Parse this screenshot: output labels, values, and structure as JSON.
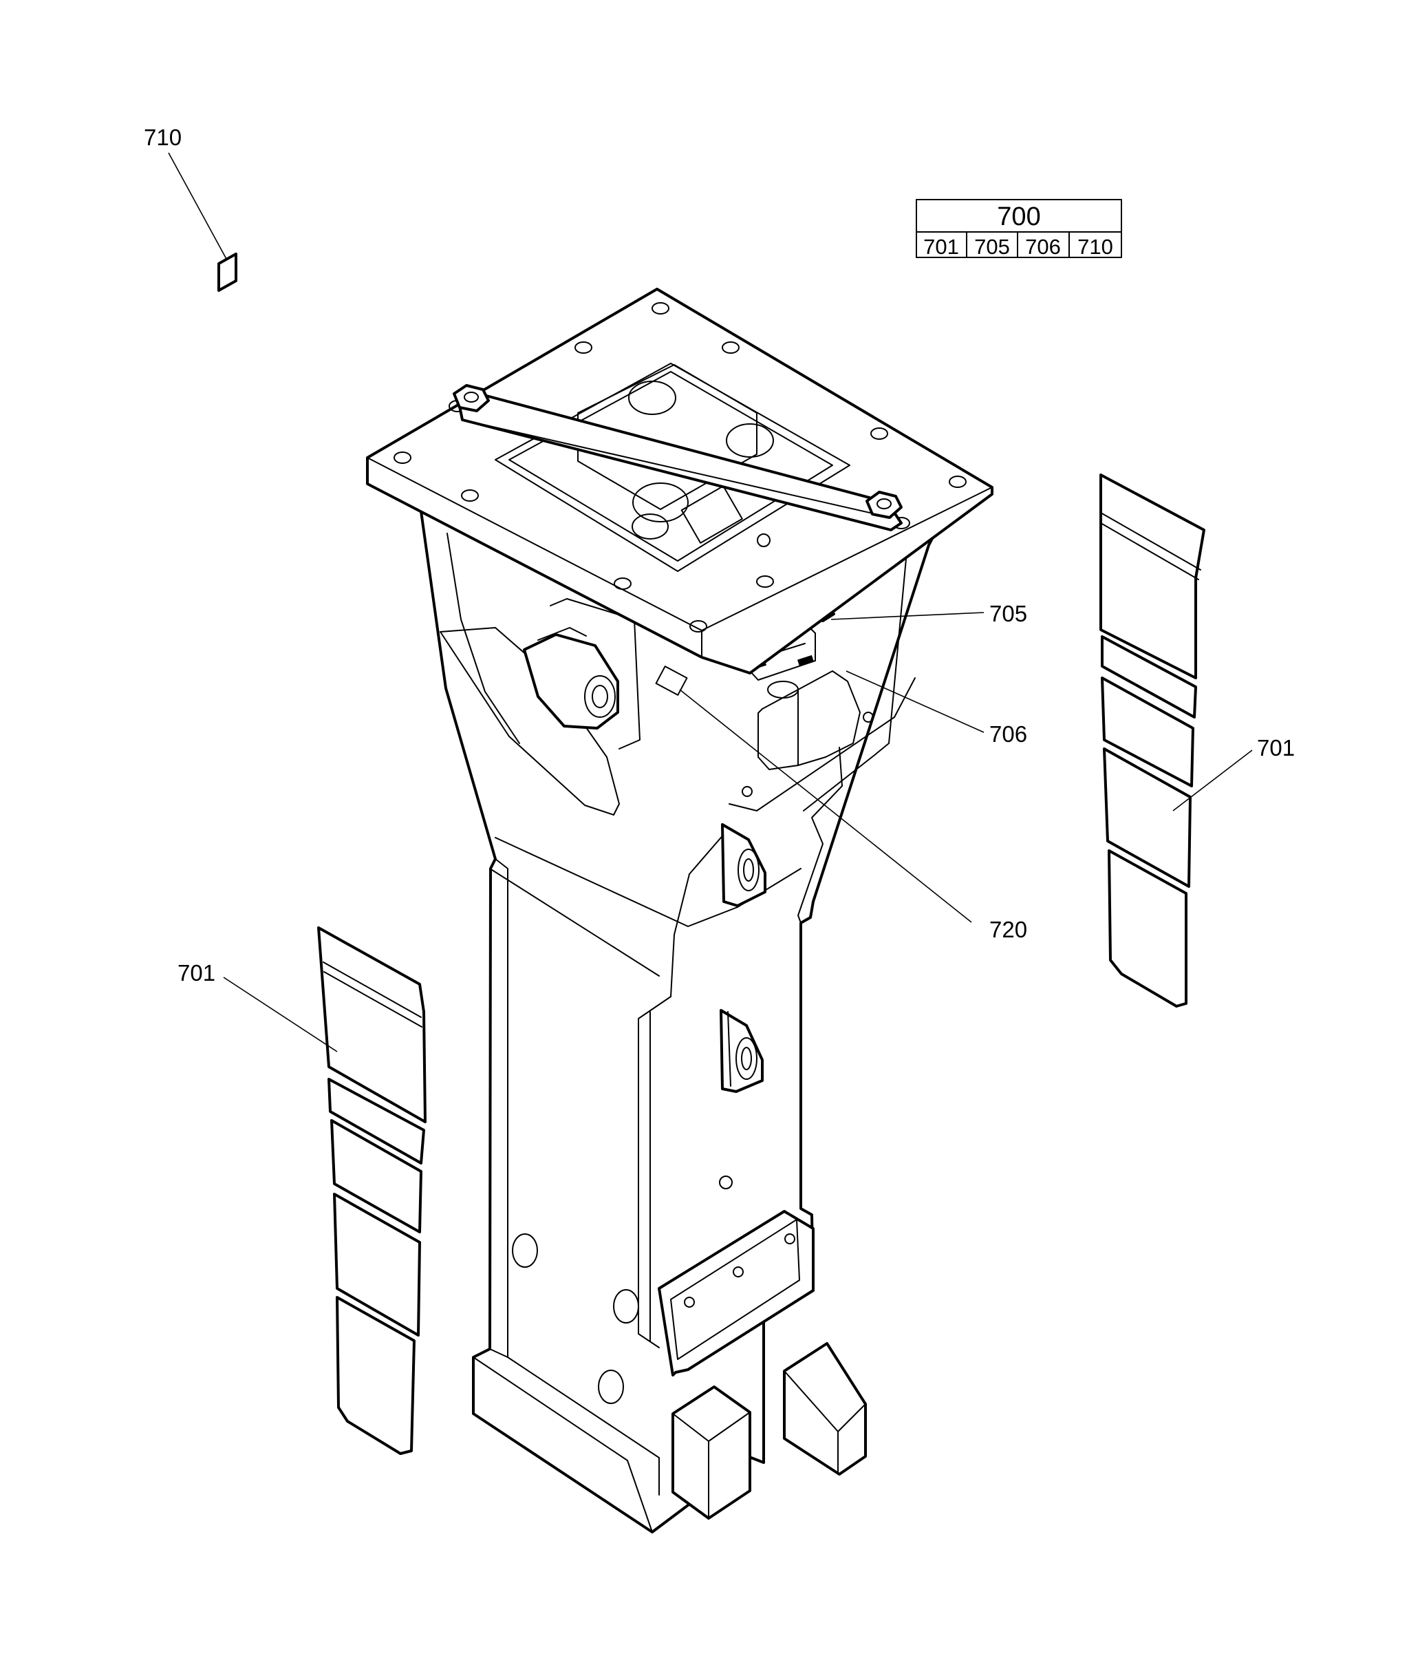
{
  "table": {
    "assembly": "700",
    "parts": [
      "701",
      "705",
      "706",
      "710"
    ]
  },
  "callouts": {
    "c710": "710",
    "c705": "705",
    "c706": "706",
    "c701_right": "701",
    "c720": "720",
    "c701_left": "701"
  }
}
